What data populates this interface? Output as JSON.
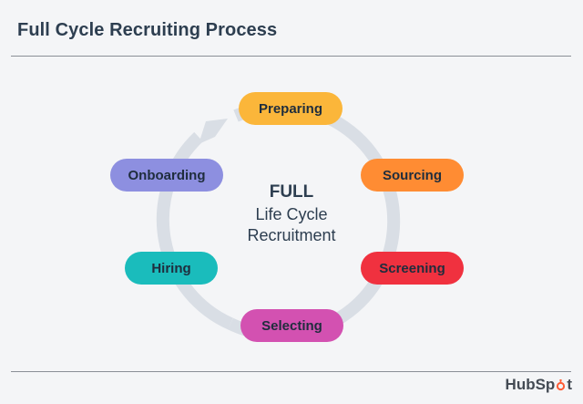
{
  "header": {
    "title": "Full Cycle Recruiting Process"
  },
  "center": {
    "line1": "FULL",
    "line2": "Life Cycle",
    "line3": "Recruitment"
  },
  "stages": [
    {
      "label": "Preparing",
      "color": "#fbb63a"
    },
    {
      "label": "Sourcing",
      "color": "#ff8c33"
    },
    {
      "label": "Screening",
      "color": "#f0313f"
    },
    {
      "label": "Selecting",
      "color": "#d351b1"
    },
    {
      "label": "Hiring",
      "color": "#1abcbc"
    },
    {
      "label": "Onboarding",
      "color": "#8d8fe0"
    }
  ],
  "colors": {
    "cycle_arrow": "#d9dee5",
    "text": "#2d3e50",
    "logo_accent": "#ff5c35"
  },
  "footer": {
    "logo_text_a": "HubSp",
    "logo_text_b": "t"
  }
}
